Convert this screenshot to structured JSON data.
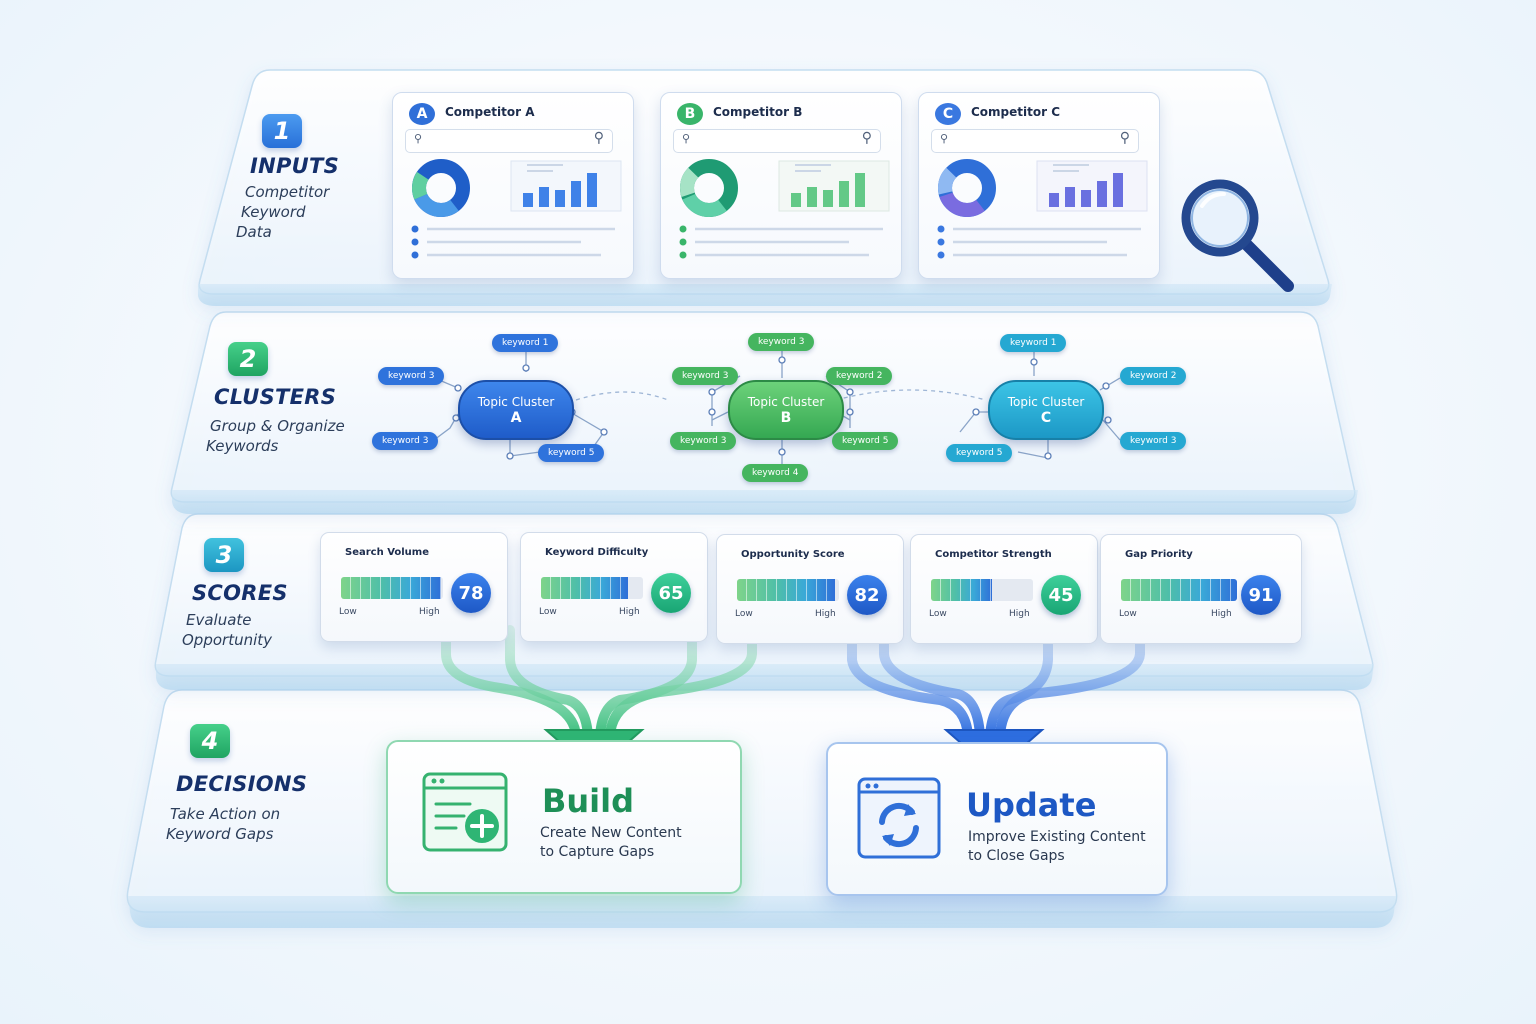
{
  "steps": [
    {
      "num": "1",
      "title": "INPUTS",
      "sub": [
        "Competitor",
        "Keyword",
        "Data"
      ]
    },
    {
      "num": "2",
      "title": "CLUSTERS",
      "sub": [
        "Group & Organize",
        "Keywords"
      ]
    },
    {
      "num": "3",
      "title": "SCORES",
      "sub": [
        "Evaluate",
        "Opportunity"
      ]
    },
    {
      "num": "4",
      "title": "DECISIONS",
      "sub": [
        "Take Action on",
        "Keyword Gaps"
      ]
    }
  ],
  "competitors": [
    {
      "letter": "A",
      "name": "Competitor A",
      "color": "#2f6fd8"
    },
    {
      "letter": "B",
      "name": "Competitor B",
      "color": "#39b56a"
    },
    {
      "letter": "C",
      "name": "Competitor C",
      "color": "#3a78e0"
    }
  ],
  "clusters": [
    {
      "topic": "Topic Cluster",
      "letter": "A",
      "keywords": [
        "keyword 1",
        "keyword 3",
        "keyword 3",
        "keyword 5"
      ]
    },
    {
      "topic": "Topic Cluster",
      "letter": "B",
      "keywords": [
        "keyword 3",
        "keyword 3",
        "keyword 2",
        "keyword 3",
        "keyword 5",
        "keyword 4"
      ]
    },
    {
      "topic": "Topic Cluster",
      "letter": "C",
      "keywords": [
        "keyword 1",
        "keyword 2",
        "keyword 5",
        "keyword 3"
      ]
    }
  ],
  "scores": [
    {
      "title": "Search Volume",
      "value": "78",
      "fill": 0.98,
      "low": "Low",
      "high": "High"
    },
    {
      "title": "Keyword Difficulty",
      "value": "65",
      "fill": 0.85,
      "low": "Low",
      "high": "High"
    },
    {
      "title": "Opportunity Score",
      "value": "82",
      "fill": 0.96,
      "low": "Low",
      "high": "High"
    },
    {
      "title": "Competitor Strength",
      "value": "45",
      "fill": 0.6,
      "low": "Low",
      "high": "High"
    },
    {
      "title": "Gap Priority",
      "value": "91",
      "fill": 1.0,
      "low": "Low",
      "high": "High"
    }
  ],
  "decisions": {
    "build": {
      "title": "Build",
      "sub": [
        "Create New Content",
        "to Capture Gaps"
      ]
    },
    "update": {
      "title": "Update",
      "sub": [
        "Improve Existing Content",
        "to Close Gaps"
      ]
    }
  },
  "colors": {
    "navy": "#15306b",
    "blue": "#2f6fd8",
    "green": "#3bb56c",
    "teal": "#2aa7c9"
  }
}
